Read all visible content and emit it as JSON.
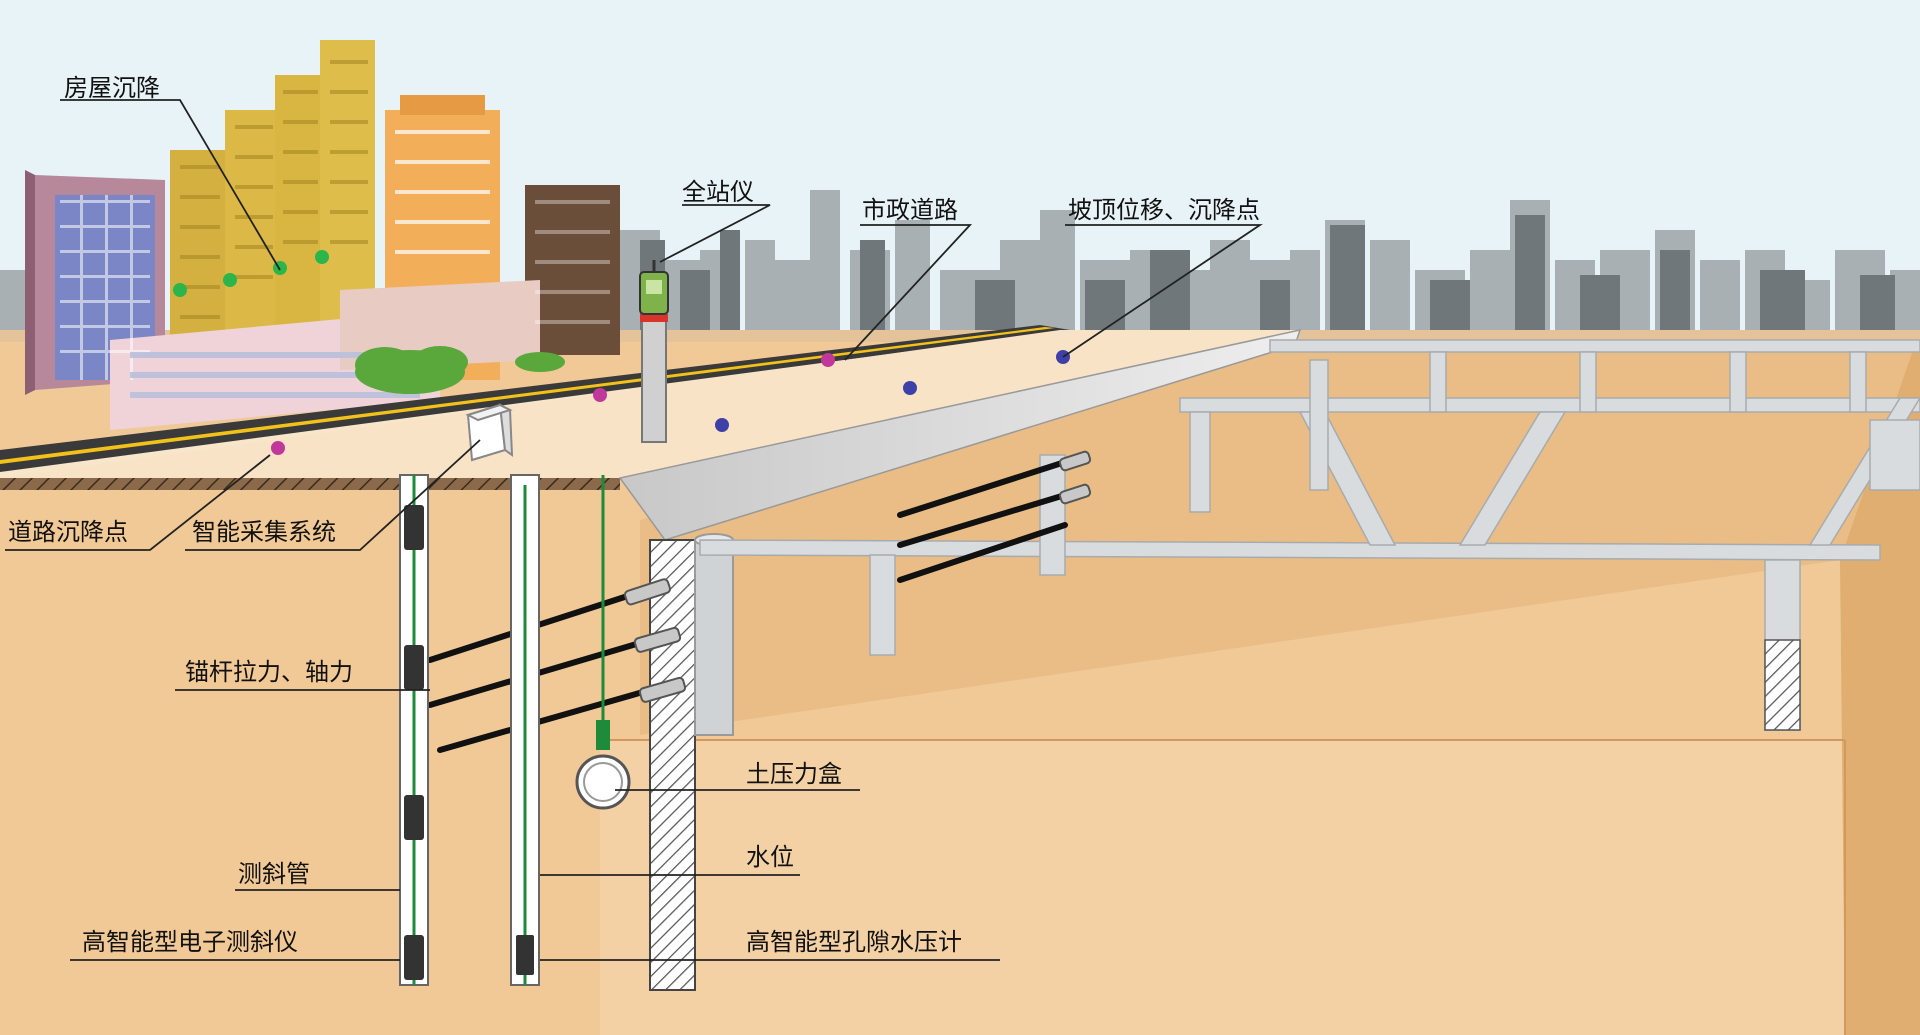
{
  "labels": {
    "house_settlement": "房屋沉降",
    "total_station": "全站仪",
    "municipal_road": "市政道路",
    "slope_top": "坡顶位移、沉降点",
    "road_settlement": "道路沉降点",
    "smart_acquisition": "智能采集系统",
    "anchor_force": "锚杆拉力、轴力",
    "earth_pressure": "土压力盒",
    "water_level": "水位",
    "inclinometer_tube": "测斜管",
    "electronic_inclinometer": "高智能型电子测斜仪",
    "pore_pressure_gauge": "高智能型孔隙水压计"
  },
  "colors": {
    "sky": "#e8f3f8",
    "ground": "#f0c996",
    "ground_dark": "#e6b77f",
    "road": "#3a3a3a",
    "road_stripe": "#f2c21b",
    "skyline": "#a9b0b4",
    "steel": "#d9dcde",
    "marker_green": "#2bb54b",
    "marker_magenta": "#c0399a",
    "marker_purple": "#3f3fa8"
  },
  "icons": {
    "buildings": "building-icon",
    "tree": "tree-icon",
    "total_station": "total-station-icon",
    "acquisition_box": "data-logger-icon"
  }
}
